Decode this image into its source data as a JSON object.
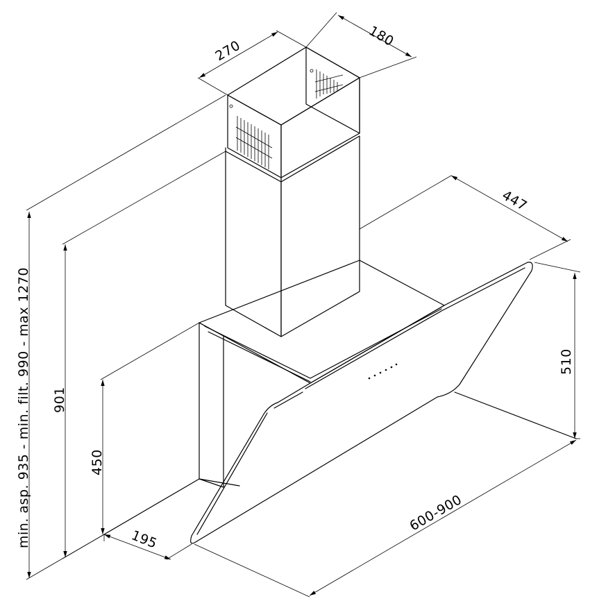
{
  "dimensions": {
    "duct_width": "270",
    "duct_depth": "180",
    "hood_depth": "447",
    "glass_height": "510",
    "total_height": "901",
    "body_height": "450",
    "bottom_depth": "195",
    "hood_width": "600-900",
    "chimney_range": "min. asp. 935 - min. filt. 990 - max 1270"
  },
  "colors": {
    "line": "#000000",
    "background": "#ffffff"
  }
}
